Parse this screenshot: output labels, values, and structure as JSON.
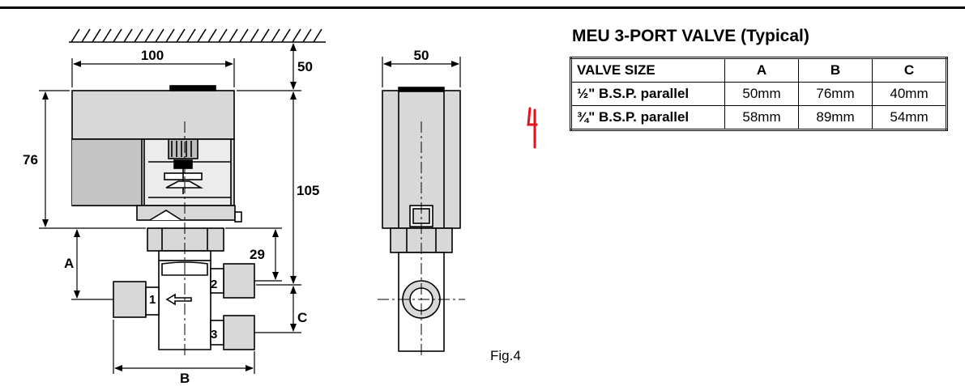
{
  "dimensions": {
    "width_front": "100",
    "clearance_top": "50",
    "actuator_height": "76",
    "total_height": "105",
    "dim_a": "A",
    "dim_29": "29",
    "dim_c": "C",
    "dim_b": "B",
    "width_side": "50"
  },
  "ports": {
    "p1": "1",
    "p2": "2",
    "p3": "3"
  },
  "table": {
    "title": "MEU 3-PORT VALVE (Typical)",
    "headers": [
      "VALVE SIZE",
      "A",
      "B",
      "C"
    ],
    "rows": [
      {
        "size_frac": "½",
        "size_rest": "\" B.S.P. parallel",
        "a": "50mm",
        "b": "76mm",
        "c": "40mm"
      },
      {
        "size_frac": "¾",
        "size_rest": "\" B.S.P. parallel",
        "a": "58mm",
        "b": "89mm",
        "c": "54mm"
      }
    ]
  },
  "figure_label": "Fig.4",
  "colors": {
    "ink": "#000000",
    "annotation_mark": "#e8101a"
  }
}
